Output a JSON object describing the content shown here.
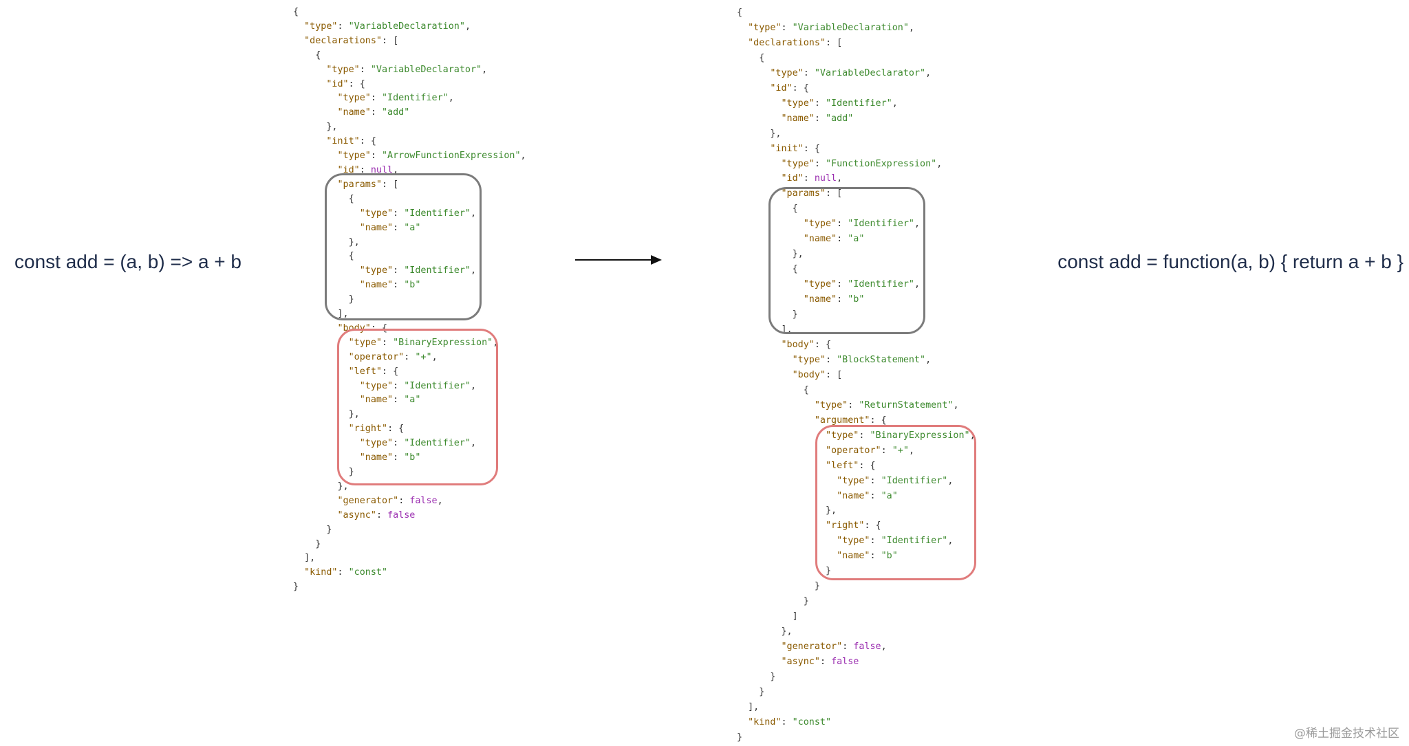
{
  "left_expression": "const add = (a, b) => a + b",
  "right_expression": "const add = function(a, b) { return a + b }",
  "watermark": "@稀土掘金技术社区",
  "left_ast": [
    [
      [
        "p",
        "{"
      ]
    ],
    [
      [
        "p",
        "  "
      ],
      [
        "k",
        "\"type\""
      ],
      [
        "p",
        ": "
      ],
      [
        "s",
        "\"VariableDeclaration\""
      ],
      [
        "p",
        ","
      ]
    ],
    [
      [
        "p",
        "  "
      ],
      [
        "k",
        "\"declarations\""
      ],
      [
        "p",
        ": ["
      ]
    ],
    [
      [
        "p",
        "    {"
      ]
    ],
    [
      [
        "p",
        "      "
      ],
      [
        "k",
        "\"type\""
      ],
      [
        "p",
        ": "
      ],
      [
        "s",
        "\"VariableDeclarator\""
      ],
      [
        "p",
        ","
      ]
    ],
    [
      [
        "p",
        "      "
      ],
      [
        "k",
        "\"id\""
      ],
      [
        "p",
        ": {"
      ]
    ],
    [
      [
        "p",
        "        "
      ],
      [
        "k",
        "\"type\""
      ],
      [
        "p",
        ": "
      ],
      [
        "s",
        "\"Identifier\""
      ],
      [
        "p",
        ","
      ]
    ],
    [
      [
        "p",
        "        "
      ],
      [
        "k",
        "\"name\""
      ],
      [
        "p",
        ": "
      ],
      [
        "s",
        "\"add\""
      ]
    ],
    [
      [
        "p",
        "      },"
      ]
    ],
    [
      [
        "p",
        "      "
      ],
      [
        "k",
        "\"init\""
      ],
      [
        "p",
        ": {"
      ]
    ],
    [
      [
        "p",
        "        "
      ],
      [
        "k",
        "\"type\""
      ],
      [
        "p",
        ": "
      ],
      [
        "s",
        "\"ArrowFunctionExpression\""
      ],
      [
        "p",
        ","
      ]
    ],
    [
      [
        "p",
        "        "
      ],
      [
        "k",
        "\"id\""
      ],
      [
        "p",
        ": "
      ],
      [
        "kw",
        "null"
      ],
      [
        "p",
        ","
      ]
    ],
    [
      [
        "p",
        "        "
      ],
      [
        "k",
        "\"params\""
      ],
      [
        "p",
        ": ["
      ]
    ],
    [
      [
        "p",
        "          {"
      ]
    ],
    [
      [
        "p",
        "            "
      ],
      [
        "k",
        "\"type\""
      ],
      [
        "p",
        ": "
      ],
      [
        "s",
        "\"Identifier\""
      ],
      [
        "p",
        ","
      ]
    ],
    [
      [
        "p",
        "            "
      ],
      [
        "k",
        "\"name\""
      ],
      [
        "p",
        ": "
      ],
      [
        "s",
        "\"a\""
      ]
    ],
    [
      [
        "p",
        "          },"
      ]
    ],
    [
      [
        "p",
        "          {"
      ]
    ],
    [
      [
        "p",
        "            "
      ],
      [
        "k",
        "\"type\""
      ],
      [
        "p",
        ": "
      ],
      [
        "s",
        "\"Identifier\""
      ],
      [
        "p",
        ","
      ]
    ],
    [
      [
        "p",
        "            "
      ],
      [
        "k",
        "\"name\""
      ],
      [
        "p",
        ": "
      ],
      [
        "s",
        "\"b\""
      ]
    ],
    [
      [
        "p",
        "          }"
      ]
    ],
    [
      [
        "p",
        "        ],"
      ]
    ],
    [
      [
        "p",
        "        "
      ],
      [
        "k",
        "\"body\""
      ],
      [
        "p",
        ": {"
      ]
    ],
    [
      [
        "p",
        "          "
      ],
      [
        "k",
        "\"type\""
      ],
      [
        "p",
        ": "
      ],
      [
        "s",
        "\"BinaryExpression\""
      ],
      [
        "p",
        ","
      ]
    ],
    [
      [
        "p",
        "          "
      ],
      [
        "k",
        "\"operator\""
      ],
      [
        "p",
        ": "
      ],
      [
        "s",
        "\"+\""
      ],
      [
        "p",
        ","
      ]
    ],
    [
      [
        "p",
        "          "
      ],
      [
        "k",
        "\"left\""
      ],
      [
        "p",
        ": {"
      ]
    ],
    [
      [
        "p",
        "            "
      ],
      [
        "k",
        "\"type\""
      ],
      [
        "p",
        ": "
      ],
      [
        "s",
        "\"Identifier\""
      ],
      [
        "p",
        ","
      ]
    ],
    [
      [
        "p",
        "            "
      ],
      [
        "k",
        "\"name\""
      ],
      [
        "p",
        ": "
      ],
      [
        "s",
        "\"a\""
      ]
    ],
    [
      [
        "p",
        "          },"
      ]
    ],
    [
      [
        "p",
        "          "
      ],
      [
        "k",
        "\"right\""
      ],
      [
        "p",
        ": {"
      ]
    ],
    [
      [
        "p",
        "            "
      ],
      [
        "k",
        "\"type\""
      ],
      [
        "p",
        ": "
      ],
      [
        "s",
        "\"Identifier\""
      ],
      [
        "p",
        ","
      ]
    ],
    [
      [
        "p",
        "            "
      ],
      [
        "k",
        "\"name\""
      ],
      [
        "p",
        ": "
      ],
      [
        "s",
        "\"b\""
      ]
    ],
    [
      [
        "p",
        "          }"
      ]
    ],
    [
      [
        "p",
        "        },"
      ]
    ],
    [
      [
        "p",
        "        "
      ],
      [
        "k",
        "\"generator\""
      ],
      [
        "p",
        ": "
      ],
      [
        "kw",
        "false"
      ],
      [
        "p",
        ","
      ]
    ],
    [
      [
        "p",
        "        "
      ],
      [
        "k",
        "\"async\""
      ],
      [
        "p",
        ": "
      ],
      [
        "kw",
        "false"
      ]
    ],
    [
      [
        "p",
        "      }"
      ]
    ],
    [
      [
        "p",
        "    }"
      ]
    ],
    [
      [
        "p",
        "  ],"
      ]
    ],
    [
      [
        "p",
        "  "
      ],
      [
        "k",
        "\"kind\""
      ],
      [
        "p",
        ": "
      ],
      [
        "s",
        "\"const\""
      ]
    ],
    [
      [
        "p",
        "}"
      ]
    ]
  ],
  "right_ast": [
    [
      [
        "p",
        "{"
      ]
    ],
    [
      [
        "p",
        "  "
      ],
      [
        "k",
        "\"type\""
      ],
      [
        "p",
        ": "
      ],
      [
        "s",
        "\"VariableDeclaration\""
      ],
      [
        "p",
        ","
      ]
    ],
    [
      [
        "p",
        "  "
      ],
      [
        "k",
        "\"declarations\""
      ],
      [
        "p",
        ": ["
      ]
    ],
    [
      [
        "p",
        "    {"
      ]
    ],
    [
      [
        "p",
        "      "
      ],
      [
        "k",
        "\"type\""
      ],
      [
        "p",
        ": "
      ],
      [
        "s",
        "\"VariableDeclarator\""
      ],
      [
        "p",
        ","
      ]
    ],
    [
      [
        "p",
        "      "
      ],
      [
        "k",
        "\"id\""
      ],
      [
        "p",
        ": {"
      ]
    ],
    [
      [
        "p",
        "        "
      ],
      [
        "k",
        "\"type\""
      ],
      [
        "p",
        ": "
      ],
      [
        "s",
        "\"Identifier\""
      ],
      [
        "p",
        ","
      ]
    ],
    [
      [
        "p",
        "        "
      ],
      [
        "k",
        "\"name\""
      ],
      [
        "p",
        ": "
      ],
      [
        "s",
        "\"add\""
      ]
    ],
    [
      [
        "p",
        "      },"
      ]
    ],
    [
      [
        "p",
        "      "
      ],
      [
        "k",
        "\"init\""
      ],
      [
        "p",
        ": {"
      ]
    ],
    [
      [
        "p",
        "        "
      ],
      [
        "k",
        "\"type\""
      ],
      [
        "p",
        ": "
      ],
      [
        "s",
        "\"FunctionExpression\""
      ],
      [
        "p",
        ","
      ]
    ],
    [
      [
        "p",
        "        "
      ],
      [
        "k",
        "\"id\""
      ],
      [
        "p",
        ": "
      ],
      [
        "kw",
        "null"
      ],
      [
        "p",
        ","
      ]
    ],
    [
      [
        "p",
        "        "
      ],
      [
        "k",
        "\"params\""
      ],
      [
        "p",
        ": ["
      ]
    ],
    [
      [
        "p",
        "          {"
      ]
    ],
    [
      [
        "p",
        "            "
      ],
      [
        "k",
        "\"type\""
      ],
      [
        "p",
        ": "
      ],
      [
        "s",
        "\"Identifier\""
      ],
      [
        "p",
        ","
      ]
    ],
    [
      [
        "p",
        "            "
      ],
      [
        "k",
        "\"name\""
      ],
      [
        "p",
        ": "
      ],
      [
        "s",
        "\"a\""
      ]
    ],
    [
      [
        "p",
        "          },"
      ]
    ],
    [
      [
        "p",
        "          {"
      ]
    ],
    [
      [
        "p",
        "            "
      ],
      [
        "k",
        "\"type\""
      ],
      [
        "p",
        ": "
      ],
      [
        "s",
        "\"Identifier\""
      ],
      [
        "p",
        ","
      ]
    ],
    [
      [
        "p",
        "            "
      ],
      [
        "k",
        "\"name\""
      ],
      [
        "p",
        ": "
      ],
      [
        "s",
        "\"b\""
      ]
    ],
    [
      [
        "p",
        "          }"
      ]
    ],
    [
      [
        "p",
        "        ],"
      ]
    ],
    [
      [
        "p",
        "        "
      ],
      [
        "k",
        "\"body\""
      ],
      [
        "p",
        ": {"
      ]
    ],
    [
      [
        "p",
        "          "
      ],
      [
        "k",
        "\"type\""
      ],
      [
        "p",
        ": "
      ],
      [
        "s",
        "\"BlockStatement\""
      ],
      [
        "p",
        ","
      ]
    ],
    [
      [
        "p",
        "          "
      ],
      [
        "k",
        "\"body\""
      ],
      [
        "p",
        ": ["
      ]
    ],
    [
      [
        "p",
        "            {"
      ]
    ],
    [
      [
        "p",
        "              "
      ],
      [
        "k",
        "\"type\""
      ],
      [
        "p",
        ": "
      ],
      [
        "s",
        "\"ReturnStatement\""
      ],
      [
        "p",
        ","
      ]
    ],
    [
      [
        "p",
        "              "
      ],
      [
        "k",
        "\"argument\""
      ],
      [
        "p",
        ": {"
      ]
    ],
    [
      [
        "p",
        "                "
      ],
      [
        "k",
        "\"type\""
      ],
      [
        "p",
        ": "
      ],
      [
        "s",
        "\"BinaryExpression\""
      ],
      [
        "p",
        ","
      ]
    ],
    [
      [
        "p",
        "                "
      ],
      [
        "k",
        "\"operator\""
      ],
      [
        "p",
        ": "
      ],
      [
        "s",
        "\"+\""
      ],
      [
        "p",
        ","
      ]
    ],
    [
      [
        "p",
        "                "
      ],
      [
        "k",
        "\"left\""
      ],
      [
        "p",
        ": {"
      ]
    ],
    [
      [
        "p",
        "                  "
      ],
      [
        "k",
        "\"type\""
      ],
      [
        "p",
        ": "
      ],
      [
        "s",
        "\"Identifier\""
      ],
      [
        "p",
        ","
      ]
    ],
    [
      [
        "p",
        "                  "
      ],
      [
        "k",
        "\"name\""
      ],
      [
        "p",
        ": "
      ],
      [
        "s",
        "\"a\""
      ]
    ],
    [
      [
        "p",
        "                },"
      ]
    ],
    [
      [
        "p",
        "                "
      ],
      [
        "k",
        "\"right\""
      ],
      [
        "p",
        ": {"
      ]
    ],
    [
      [
        "p",
        "                  "
      ],
      [
        "k",
        "\"type\""
      ],
      [
        "p",
        ": "
      ],
      [
        "s",
        "\"Identifier\""
      ],
      [
        "p",
        ","
      ]
    ],
    [
      [
        "p",
        "                  "
      ],
      [
        "k",
        "\"name\""
      ],
      [
        "p",
        ": "
      ],
      [
        "s",
        "\"b\""
      ]
    ],
    [
      [
        "p",
        "                }"
      ]
    ],
    [
      [
        "p",
        "              }"
      ]
    ],
    [
      [
        "p",
        "            }"
      ]
    ],
    [
      [
        "p",
        "          ]"
      ]
    ],
    [
      [
        "p",
        "        },"
      ]
    ],
    [
      [
        "p",
        "        "
      ],
      [
        "k",
        "\"generator\""
      ],
      [
        "p",
        ": "
      ],
      [
        "kw",
        "false"
      ],
      [
        "p",
        ","
      ]
    ],
    [
      [
        "p",
        "        "
      ],
      [
        "k",
        "\"async\""
      ],
      [
        "p",
        ": "
      ],
      [
        "kw",
        "false"
      ]
    ],
    [
      [
        "p",
        "      }"
      ]
    ],
    [
      [
        "p",
        "    }"
      ]
    ],
    [
      [
        "p",
        "  ],"
      ]
    ],
    [
      [
        "p",
        "  "
      ],
      [
        "k",
        "\"kind\""
      ],
      [
        "p",
        ": "
      ],
      [
        "s",
        "\"const\""
      ]
    ],
    [
      [
        "p",
        "}"
      ]
    ]
  ],
  "colors": {
    "key": "#8a5a00",
    "string": "#3d8a2e",
    "keyword": "#9b2fb0",
    "params_box": "#7b7b7b",
    "body_box": "#e07c7c",
    "expression_text": "#1f2d4a"
  }
}
